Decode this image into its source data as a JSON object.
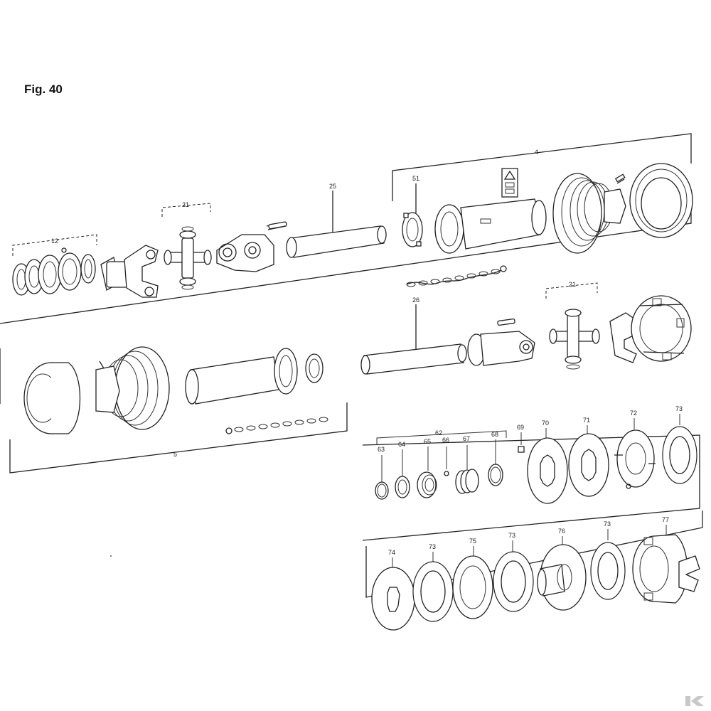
{
  "figure": {
    "title": "Fig. 40"
  },
  "callouts": {
    "c12": "12",
    "c21a": "21",
    "c25": "25",
    "c51": "51",
    "c4": "4",
    "c26": "26",
    "c21b": "21",
    "c5": "5",
    "c62": "62",
    "c63": "63",
    "c64": "64",
    "c65": "65",
    "c66": "66",
    "c67": "67",
    "c68": "68",
    "c69": "69",
    "c70": "70",
    "c71": "71",
    "c72": "72",
    "c73a": "73",
    "c74": "74",
    "c73b": "73",
    "c75": "75",
    "c73c": "73",
    "c76": "76",
    "c73d": "73",
    "c77": "77"
  },
  "logo": {
    "icon": "k-brand-mark-icon"
  }
}
